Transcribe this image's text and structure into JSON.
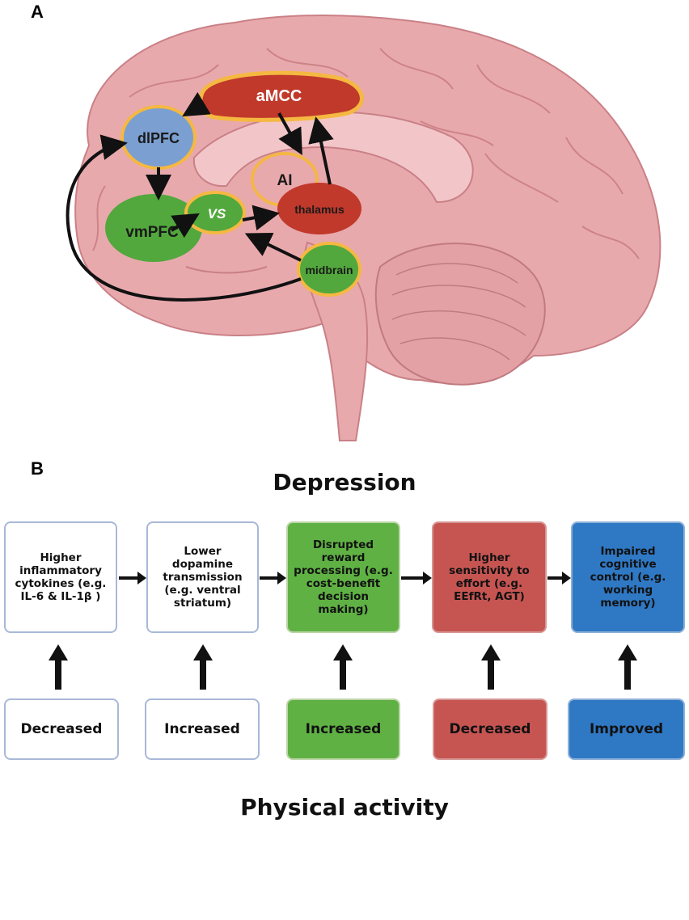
{
  "panel_a": {
    "label": "A",
    "regions": {
      "amcc": "aMCC",
      "dlpfc": "dlPFC",
      "ai": "AI",
      "vs": "VS",
      "thalamus": "thalamus",
      "vmpfc": "vmPFC",
      "midbrain": "midbrain"
    },
    "colors": {
      "red_region": "#c0392b",
      "green_region": "#52a83c",
      "blue_region": "#7b9fd1",
      "outline": "#f5b841",
      "brain": "#e8a9ad"
    }
  },
  "panel_b": {
    "label": "B",
    "top_title": "Depression",
    "bottom_title": "Physical activity",
    "boxes": [
      {
        "text": "Higher inflammatory cytokines (e.g. IL-6 & IL-1β )",
        "effect": "Decreased",
        "color": "#ffffff"
      },
      {
        "text": "Lower dopamine transmission (e.g. ventral striatum)",
        "effect": "Increased",
        "color": "#ffffff"
      },
      {
        "text": "Disrupted reward processing (e.g. cost-benefit decision making)",
        "effect": "Increased",
        "color": "#5fb144"
      },
      {
        "text": "Higher sensitivity to effort (e.g. EEfRt, AGT)",
        "effect": "Decreased",
        "color": "#c65552"
      },
      {
        "text": "Impaired cognitive control (e.g. working memory)",
        "effect": "Improved",
        "color": "#2f78c4"
      }
    ]
  }
}
